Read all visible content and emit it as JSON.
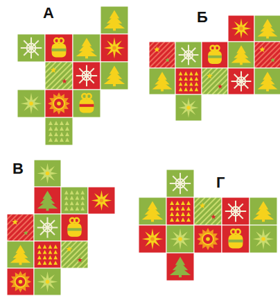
{
  "diagram": {
    "labels": [
      "А",
      "Б",
      "В",
      "Г"
    ]
  }
}
